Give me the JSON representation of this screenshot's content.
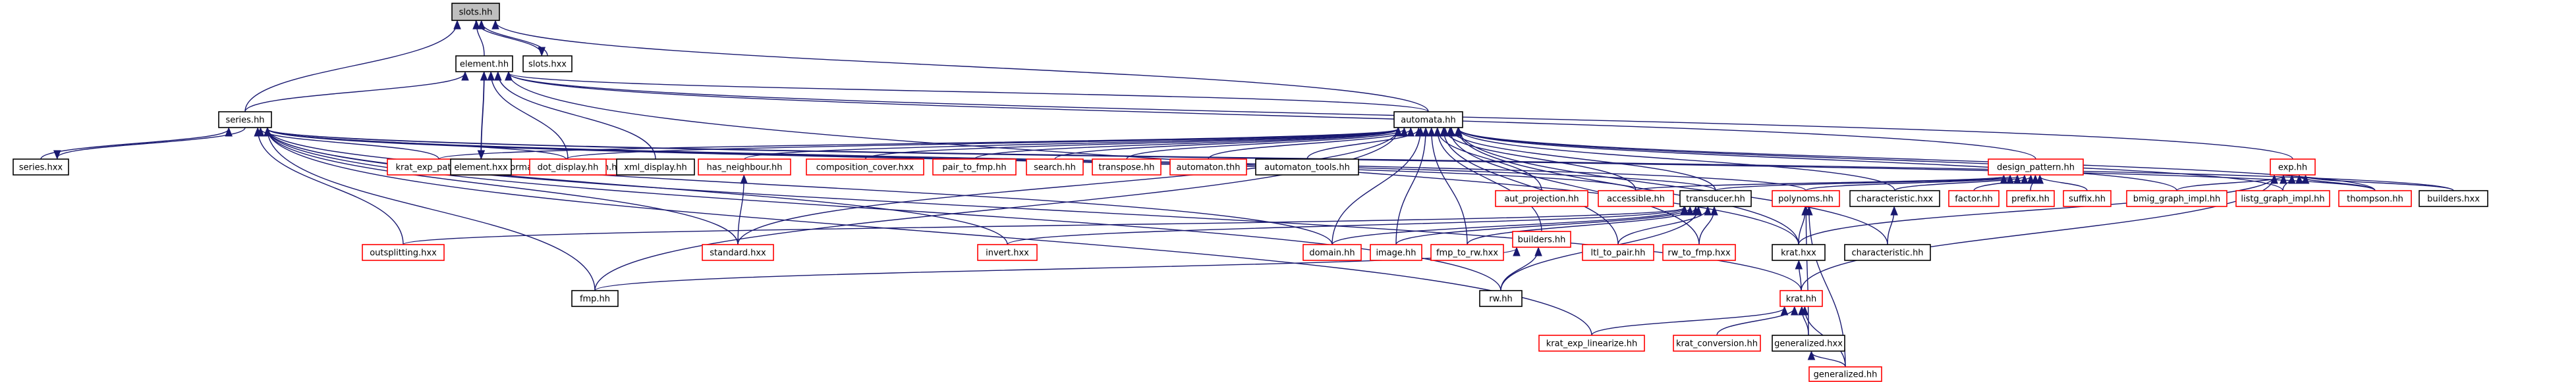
{
  "colors": {
    "edge": "#191970",
    "border_plain": "#000000",
    "border_link": "#ff0000",
    "focus_fill": "#bfbfbf"
  },
  "nodes": [
    {
      "id": "slots_hh",
      "label": "slots.hh",
      "style": "focus"
    },
    {
      "id": "element_hh",
      "label": "element.hh",
      "style": "plain"
    },
    {
      "id": "slots_hxx",
      "label": "slots.hxx",
      "style": "plain"
    },
    {
      "id": "series_hh",
      "label": "series.hh",
      "style": "plain"
    },
    {
      "id": "automata_hh",
      "label": "automata.hh",
      "style": "plain"
    },
    {
      "id": "exp_hh",
      "label": "exp.hh",
      "style": "red"
    },
    {
      "id": "series_hxx",
      "label": "series.hxx",
      "style": "plain"
    },
    {
      "id": "krat_exp_pattern_hh",
      "label": "krat_exp_pattern.hh",
      "style": "red"
    },
    {
      "id": "normalized_composition_hxx",
      "label": "normalized_composition.hxx",
      "style": "red"
    },
    {
      "id": "has_neighbour_hh",
      "label": "has_neighbour.hh",
      "style": "red"
    },
    {
      "id": "composition_cover_hxx",
      "label": "composition_cover.hxx",
      "style": "red"
    },
    {
      "id": "pair_to_fmp_hh",
      "label": "pair_to_fmp.hh",
      "style": "red"
    },
    {
      "id": "search_hh",
      "label": "search.hh",
      "style": "red"
    },
    {
      "id": "transpose_hh",
      "label": "transpose.hh",
      "style": "red"
    },
    {
      "id": "automaton_thh",
      "label": "automaton.thh",
      "style": "red"
    },
    {
      "id": "automaton_tools_hh",
      "label": "automaton_tools.hh",
      "style": "plain"
    },
    {
      "id": "element_hxx",
      "label": "element.hxx",
      "style": "plain"
    },
    {
      "id": "dot_display_hh",
      "label": "dot_display.hh",
      "style": "red"
    },
    {
      "id": "xml_display_hh",
      "label": "xml_display.hh",
      "style": "plain"
    },
    {
      "id": "design_pattern_hh",
      "label": "design_pattern.hh",
      "style": "red"
    },
    {
      "id": "aut_projection_hh",
      "label": "aut_projection.hh",
      "style": "red"
    },
    {
      "id": "accessible_hh",
      "label": "accessible.hh",
      "style": "red"
    },
    {
      "id": "transducer_hh",
      "label": "transducer.hh",
      "style": "plain"
    },
    {
      "id": "polynoms_hh",
      "label": "polynoms.hh",
      "style": "red"
    },
    {
      "id": "characteristic_hxx",
      "label": "characteristic.hxx",
      "style": "plain"
    },
    {
      "id": "factor_hh",
      "label": "factor.hh",
      "style": "red"
    },
    {
      "id": "prefix_hh",
      "label": "prefix.hh",
      "style": "red"
    },
    {
      "id": "suffix_hh",
      "label": "suffix.hh",
      "style": "red"
    },
    {
      "id": "bmig_graph_impl_hh",
      "label": "bmig_graph_impl.hh",
      "style": "red"
    },
    {
      "id": "listg_graph_impl_hh",
      "label": "listg_graph_impl.hh",
      "style": "red"
    },
    {
      "id": "thompson_hh",
      "label": "thompson.hh",
      "style": "red"
    },
    {
      "id": "builders_hxx",
      "label": "builders.hxx",
      "style": "plain"
    },
    {
      "id": "outsplitting_hxx",
      "label": "outsplitting.hxx",
      "style": "red"
    },
    {
      "id": "standard_hxx",
      "label": "standard.hxx",
      "style": "red"
    },
    {
      "id": "invert_hxx",
      "label": "invert.hxx",
      "style": "red"
    },
    {
      "id": "domain_hh",
      "label": "domain.hh",
      "style": "red"
    },
    {
      "id": "image_hh",
      "label": "image.hh",
      "style": "red"
    },
    {
      "id": "fmp_to_rw_hxx",
      "label": "fmp_to_rw.hxx",
      "style": "red"
    },
    {
      "id": "builders_hh",
      "label": "builders.hh",
      "style": "red"
    },
    {
      "id": "ltl_to_pair_hh",
      "label": "ltl_to_pair.hh",
      "style": "red"
    },
    {
      "id": "rw_to_fmp_hxx",
      "label": "rw_to_fmp.hxx",
      "style": "red"
    },
    {
      "id": "krat_hxx",
      "label": "krat.hxx",
      "style": "plain"
    },
    {
      "id": "characteristic_hh",
      "label": "characteristic.hh",
      "style": "plain"
    },
    {
      "id": "fmp_hh",
      "label": "fmp.hh",
      "style": "plain"
    },
    {
      "id": "rw_hh",
      "label": "rw.hh",
      "style": "plain"
    },
    {
      "id": "krat_hh",
      "label": "krat.hh",
      "style": "red"
    },
    {
      "id": "krat_exp_linearize_hh",
      "label": "krat_exp_linearize.hh",
      "style": "red"
    },
    {
      "id": "krat_conversion_hh",
      "label": "krat_conversion.hh",
      "style": "red"
    },
    {
      "id": "generalized_hxx",
      "label": "generalized.hxx",
      "style": "plain"
    },
    {
      "id": "generalized_hh",
      "label": "generalized.hh",
      "style": "red"
    }
  ],
  "edges": [
    [
      "element_hh",
      "slots_hh"
    ],
    [
      "slots_hxx",
      "slots_hh"
    ],
    [
      "slots_hh",
      "slots_hxx"
    ],
    [
      "automata_hh",
      "slots_hh"
    ],
    [
      "series_hh",
      "slots_hh"
    ],
    [
      "element_hxx",
      "element_hh"
    ],
    [
      "element_hh",
      "element_hxx"
    ],
    [
      "dot_display_hh",
      "element_hh"
    ],
    [
      "xml_display_hh",
      "element_hh"
    ],
    [
      "design_pattern_hh",
      "element_hh"
    ],
    [
      "exp_hh",
      "element_hh"
    ],
    [
      "automata_hh",
      "element_hh"
    ],
    [
      "series_hh",
      "element_hh"
    ],
    [
      "krat_hxx",
      "element_hh"
    ],
    [
      "series_hxx",
      "series_hh"
    ],
    [
      "series_hh",
      "series_hxx"
    ],
    [
      "krat_exp_pattern_hh",
      "series_hh"
    ],
    [
      "normalized_composition_hxx",
      "series_hh"
    ],
    [
      "outsplitting_hxx",
      "series_hh"
    ],
    [
      "standard_hxx",
      "series_hh"
    ],
    [
      "invert_hxx",
      "series_hh"
    ],
    [
      "domain_hh",
      "series_hh"
    ],
    [
      "fmp_hh",
      "series_hh"
    ],
    [
      "rw_hh",
      "series_hh"
    ],
    [
      "krat_hh",
      "series_hh"
    ],
    [
      "krat_exp_linearize_hh",
      "series_hh"
    ],
    [
      "polynoms_hh",
      "series_hh"
    ],
    [
      "transducer_hh",
      "series_hh"
    ],
    [
      "accessible_hh",
      "series_hh"
    ],
    [
      "thompson_hh",
      "series_hh"
    ],
    [
      "builders_hxx",
      "series_hh"
    ],
    [
      "krat_exp_pattern_hh",
      "automata_hh"
    ],
    [
      "normalized_composition_hxx",
      "automata_hh"
    ],
    [
      "has_neighbour_hh",
      "automata_hh"
    ],
    [
      "composition_cover_hxx",
      "automata_hh"
    ],
    [
      "pair_to_fmp_hh",
      "automata_hh"
    ],
    [
      "search_hh",
      "automata_hh"
    ],
    [
      "transpose_hh",
      "automata_hh"
    ],
    [
      "automaton_thh",
      "automata_hh"
    ],
    [
      "automaton_tools_hh",
      "automata_hh"
    ],
    [
      "aut_projection_hh",
      "automata_hh"
    ],
    [
      "accessible_hh",
      "automata_hh"
    ],
    [
      "transducer_hh",
      "automata_hh"
    ],
    [
      "domain_hh",
      "automata_hh"
    ],
    [
      "image_hh",
      "automata_hh"
    ],
    [
      "fmp_to_rw_hxx",
      "automata_hh"
    ],
    [
      "builders_hh",
      "automata_hh"
    ],
    [
      "ltl_to_pair_hh",
      "automata_hh"
    ],
    [
      "rw_to_fmp_hxx",
      "automata_hh"
    ],
    [
      "krat_hxx",
      "automata_hh"
    ],
    [
      "characteristic_hh",
      "automata_hh"
    ],
    [
      "fmp_hh",
      "automata_hh"
    ],
    [
      "thompson_hh",
      "automata_hh"
    ],
    [
      "standard_hxx",
      "automata_hh"
    ],
    [
      "bmig_graph_impl_hh",
      "automata_hh"
    ],
    [
      "listg_graph_impl_hh",
      "automata_hh"
    ],
    [
      "characteristic_hxx",
      "automata_hh"
    ],
    [
      "factor_hh",
      "design_pattern_hh"
    ],
    [
      "prefix_hh",
      "design_pattern_hh"
    ],
    [
      "suffix_hh",
      "design_pattern_hh"
    ],
    [
      "characteristic_hxx",
      "design_pattern_hh"
    ],
    [
      "polynoms_hh",
      "design_pattern_hh"
    ],
    [
      "transducer_hh",
      "design_pattern_hh"
    ],
    [
      "accessible_hh",
      "design_pattern_hh"
    ],
    [
      "thompson_hh",
      "exp_hh"
    ],
    [
      "bmig_graph_impl_hh",
      "exp_hh"
    ],
    [
      "listg_graph_impl_hh",
      "exp_hh"
    ],
    [
      "builders_hxx",
      "exp_hh"
    ],
    [
      "krat_hh",
      "exp_hh"
    ],
    [
      "krat_hxx",
      "exp_hh"
    ],
    [
      "standard_hxx",
      "has_neighbour_hh"
    ],
    [
      "characteristic_hh",
      "characteristic_hxx"
    ],
    [
      "domain_hh",
      "transducer_hh"
    ],
    [
      "image_hh",
      "transducer_hh"
    ],
    [
      "fmp_to_rw_hxx",
      "transducer_hh"
    ],
    [
      "ltl_to_pair_hh",
      "transducer_hh"
    ],
    [
      "rw_to_fmp_hxx",
      "transducer_hh"
    ],
    [
      "rw_hh",
      "transducer_hh"
    ],
    [
      "invert_hxx",
      "transducer_hh"
    ],
    [
      "outsplitting_hxx",
      "transducer_hh"
    ],
    [
      "krat_hxx",
      "polynoms_hh"
    ],
    [
      "generalized_hxx",
      "polynoms_hh"
    ],
    [
      "generalized_hh",
      "polynoms_hh"
    ],
    [
      "fmp_hh",
      "builders_hh"
    ],
    [
      "rw_hh",
      "builders_hh"
    ],
    [
      "krat_hh",
      "krat_hxx"
    ],
    [
      "krat_exp_linearize_hh",
      "krat_hh"
    ],
    [
      "krat_conversion_hh",
      "krat_hh"
    ],
    [
      "generalized_hxx",
      "krat_hh"
    ],
    [
      "generalized_hh",
      "krat_hh"
    ],
    [
      "generalized_hh",
      "generalized_hxx"
    ]
  ]
}
